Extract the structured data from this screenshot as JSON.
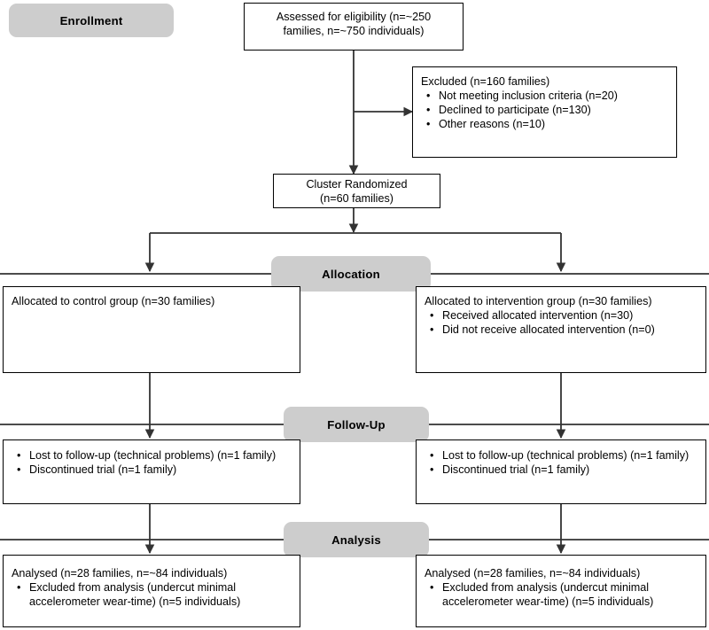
{
  "diagram": {
    "title": "CONSORT participant flow diagram",
    "type": "flowchart",
    "line_color": "#333333",
    "stage_fill": "#cdcdcd",
    "box_border": "#000000"
  },
  "stages": {
    "enrollment": "Enrollment",
    "allocation": "Allocation",
    "followup": "Follow-Up",
    "analysis": "Analysis"
  },
  "nodes": {
    "assessed": {
      "line1": "Assessed for eligibility (n=~250",
      "line2": "families, n=~750 individuals)"
    },
    "excluded": {
      "lead": "Excluded  (n=160 families)",
      "bullets": [
        "Not meeting inclusion criteria (n=20)",
        "Declined to participate (n=130)",
        "Other reasons (n=10)"
      ]
    },
    "randomized": {
      "line1": "Cluster Randomized",
      "line2": "(n=60 families)"
    },
    "alloc_control": {
      "lead": "Allocated to control group (n=30 families)",
      "bullets": []
    },
    "alloc_intervention": {
      "lead": "Allocated to intervention group (n=30 families)",
      "bullets": [
        "Received allocated intervention (n=30)",
        "Did not receive allocated intervention (n=0)"
      ]
    },
    "followup_control": {
      "lead": "",
      "bullets": [
        "Lost to follow-up (technical problems) (n=1 family)",
        "Discontinued trial (n=1 family)"
      ]
    },
    "followup_intervention": {
      "lead": "",
      "bullets": [
        "Lost to follow-up (technical problems) (n=1 family)",
        "Discontinued trial (n=1 family)"
      ]
    },
    "analysis_control": {
      "lead": "Analysed  (n=28 families, n=~84 individuals)",
      "bullets": [
        "Excluded from analysis (undercut minimal accelerometer wear-time) (n=5 individuals)"
      ]
    },
    "analysis_intervention": {
      "lead": "Analysed  (n=28 families, n=~84 individuals)",
      "bullets": [
        "Excluded from analysis (undercut minimal accelerometer wear-time) (n=5 individuals)"
      ]
    }
  }
}
